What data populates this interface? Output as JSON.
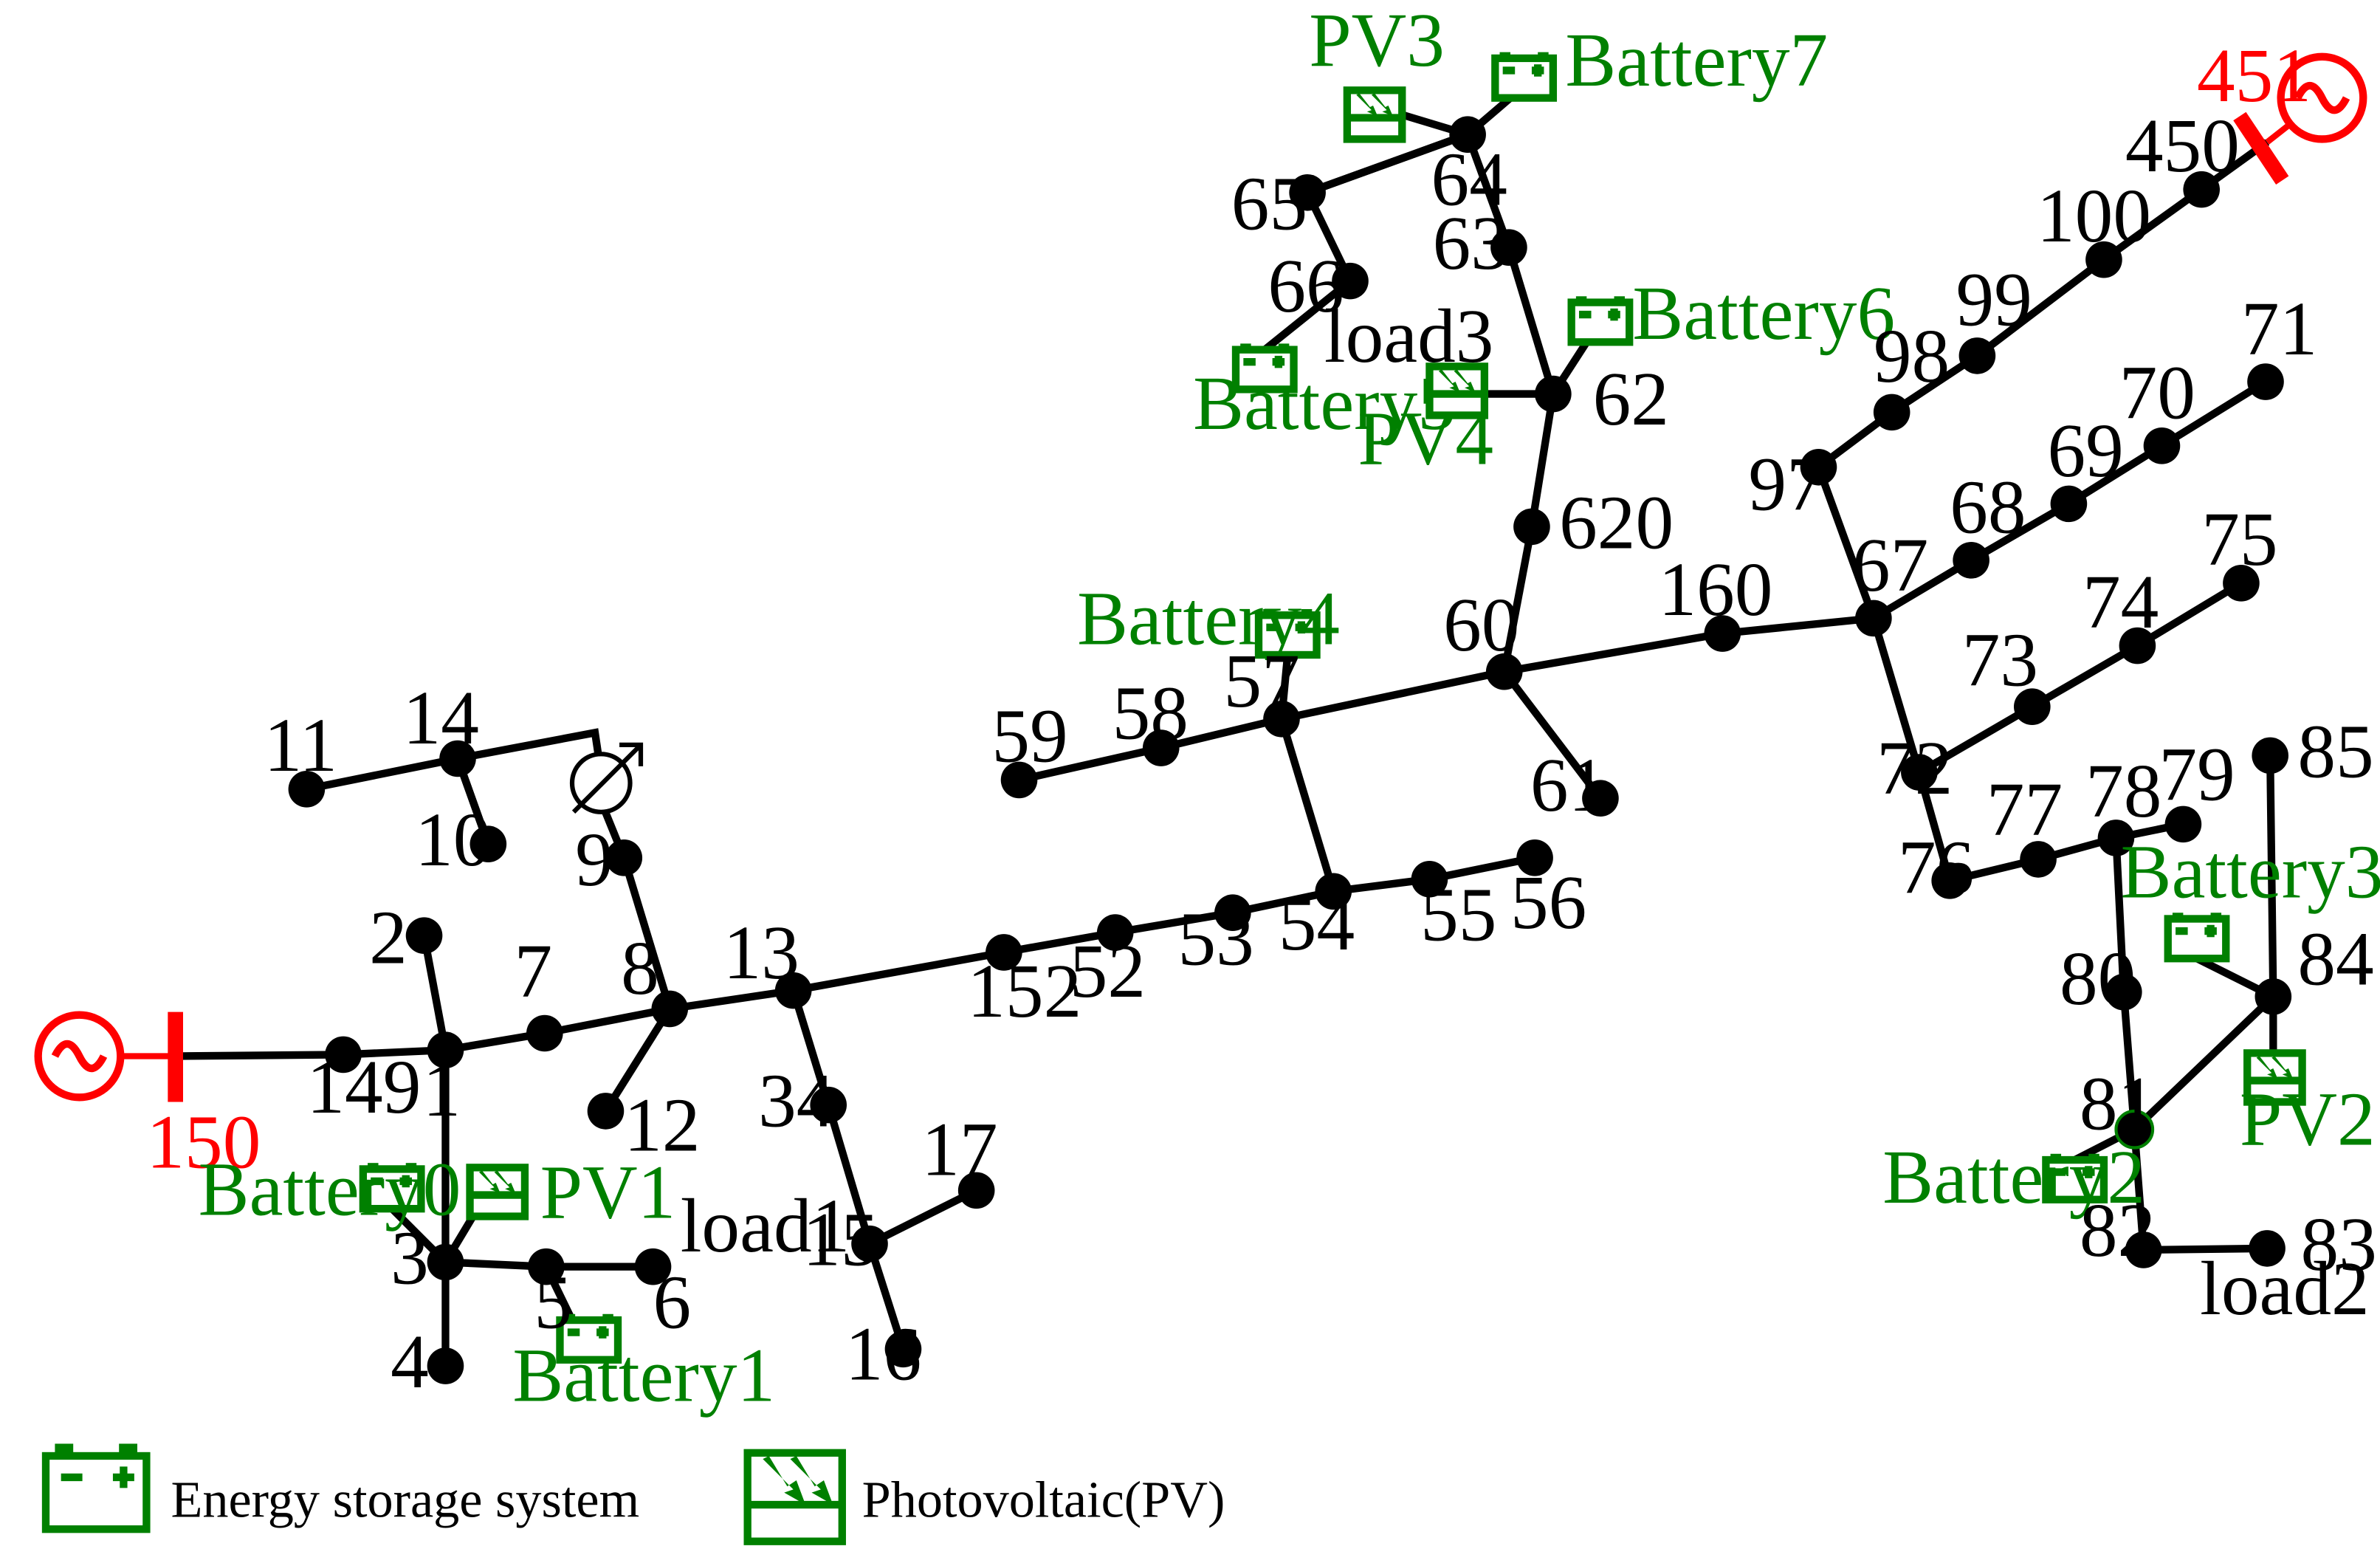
{
  "colors": {
    "node": "#000000",
    "line": "#000000",
    "equipment": "#008000",
    "source": "#ff0000",
    "background": "#ffffff"
  },
  "icons": {
    "source": "ac-source-icon",
    "battery": "battery-icon",
    "pv": "pv-panel-icon",
    "regulator": "voltage-regulator-icon"
  },
  "nodes": [
    {
      "id": "1"
    },
    {
      "id": "2"
    },
    {
      "id": "3"
    },
    {
      "id": "4"
    },
    {
      "id": "5"
    },
    {
      "id": "6"
    },
    {
      "id": "7"
    },
    {
      "id": "8"
    },
    {
      "id": "9"
    },
    {
      "id": "10"
    },
    {
      "id": "11"
    },
    {
      "id": "12"
    },
    {
      "id": "13"
    },
    {
      "id": "14"
    },
    {
      "id": "15"
    },
    {
      "id": "16"
    },
    {
      "id": "17"
    },
    {
      "id": "34"
    },
    {
      "id": "52"
    },
    {
      "id": "53"
    },
    {
      "id": "54"
    },
    {
      "id": "55"
    },
    {
      "id": "56"
    },
    {
      "id": "57"
    },
    {
      "id": "58"
    },
    {
      "id": "59"
    },
    {
      "id": "60"
    },
    {
      "id": "61"
    },
    {
      "id": "62"
    },
    {
      "id": "63"
    },
    {
      "id": "64"
    },
    {
      "id": "65"
    },
    {
      "id": "66"
    },
    {
      "id": "67"
    },
    {
      "id": "68"
    },
    {
      "id": "69"
    },
    {
      "id": "70"
    },
    {
      "id": "71"
    },
    {
      "id": "72"
    },
    {
      "id": "73"
    },
    {
      "id": "74"
    },
    {
      "id": "75"
    },
    {
      "id": "76"
    },
    {
      "id": "77"
    },
    {
      "id": "78"
    },
    {
      "id": "79"
    },
    {
      "id": "80"
    },
    {
      "id": "81"
    },
    {
      "id": "82"
    },
    {
      "id": "83"
    },
    {
      "id": "84"
    },
    {
      "id": "85"
    },
    {
      "id": "97"
    },
    {
      "id": "98"
    },
    {
      "id": "99"
    },
    {
      "id": "100"
    },
    {
      "id": "149"
    },
    {
      "id": "152"
    },
    {
      "id": "160"
    },
    {
      "id": "450"
    },
    {
      "id": "620"
    }
  ],
  "sources": [
    {
      "id": "150",
      "label": "150"
    },
    {
      "id": "451",
      "label": "451"
    }
  ],
  "batteries": [
    {
      "id": "b0",
      "label": "Battery0"
    },
    {
      "id": "b1",
      "label": "Battery1"
    },
    {
      "id": "b2",
      "label": "Battery2"
    },
    {
      "id": "b3",
      "label": "Battery3"
    },
    {
      "id": "b4",
      "label": "Battery4"
    },
    {
      "id": "b5",
      "label": "Battery5"
    },
    {
      "id": "b6",
      "label": "Battery6"
    },
    {
      "id": "b7",
      "label": "Battery7"
    }
  ],
  "pvs": [
    {
      "id": "pv1",
      "label": "PV1"
    },
    {
      "id": "pv2",
      "label": "PV2"
    },
    {
      "id": "pv3",
      "label": "PV3"
    },
    {
      "id": "pv4",
      "label": "PV4"
    }
  ],
  "loads": [
    {
      "id": "load1",
      "label": "load1"
    },
    {
      "id": "load2",
      "label": "load2"
    },
    {
      "id": "load3",
      "label": "load3"
    }
  ],
  "edges": [
    [
      "150",
      "149"
    ],
    [
      "149",
      "1"
    ],
    [
      "1",
      "2"
    ],
    [
      "1",
      "3"
    ],
    [
      "1",
      "7"
    ],
    [
      "3",
      "4"
    ],
    [
      "3",
      "5"
    ],
    [
      "5",
      "6"
    ],
    [
      "7",
      "8"
    ],
    [
      "8",
      "9"
    ],
    [
      "8",
      "12"
    ],
    [
      "8",
      "13"
    ],
    [
      "13",
      "34"
    ],
    [
      "34",
      "15"
    ],
    [
      "15",
      "17"
    ],
    [
      "15",
      "16"
    ],
    [
      "13",
      "152"
    ],
    [
      "152",
      "52"
    ],
    [
      "52",
      "53"
    ],
    [
      "53",
      "54"
    ],
    [
      "54",
      "55"
    ],
    [
      "55",
      "56"
    ],
    [
      "54",
      "57"
    ],
    [
      "57",
      "58"
    ],
    [
      "58",
      "59"
    ],
    [
      "57",
      "60"
    ],
    [
      "60",
      "61"
    ],
    [
      "60",
      "620"
    ],
    [
      "620",
      "62"
    ],
    [
      "62",
      "63"
    ],
    [
      "63",
      "64"
    ],
    [
      "64",
      "65"
    ],
    [
      "65",
      "66"
    ],
    [
      "60",
      "160"
    ],
    [
      "160",
      "67"
    ],
    [
      "67",
      "97"
    ],
    [
      "97",
      "98"
    ],
    [
      "98",
      "99"
    ],
    [
      "99",
      "100"
    ],
    [
      "100",
      "450"
    ],
    [
      "450",
      "451"
    ],
    [
      "67",
      "68"
    ],
    [
      "68",
      "69"
    ],
    [
      "69",
      "70"
    ],
    [
      "70",
      "71"
    ],
    [
      "67",
      "72"
    ],
    [
      "72",
      "73"
    ],
    [
      "73",
      "74"
    ],
    [
      "74",
      "75"
    ],
    [
      "72",
      "76"
    ],
    [
      "76",
      "77"
    ],
    [
      "77",
      "78"
    ],
    [
      "78",
      "79"
    ],
    [
      "78",
      "80"
    ],
    [
      "80",
      "81"
    ],
    [
      "81",
      "82"
    ],
    [
      "82",
      "83"
    ],
    [
      "81",
      "84"
    ],
    [
      "84",
      "85"
    ],
    [
      "14",
      "11"
    ],
    [
      "14",
      "10"
    ]
  ],
  "legend": {
    "storage": "Energy storage system",
    "pv": "Photovoltaic(PV)"
  }
}
